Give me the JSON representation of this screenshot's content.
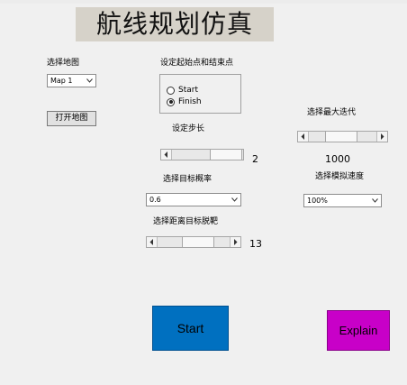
{
  "title": "航线规划仿真",
  "map": {
    "label": "选择地图",
    "selected": "Map 1",
    "open_button": "打开地图"
  },
  "endpoints": {
    "label": "设定起始点和结束点",
    "options": [
      "Start",
      "Finish"
    ],
    "selected_index": 1
  },
  "step": {
    "label": "设定步长",
    "value": "2",
    "fraction": 0.97
  },
  "iterations": {
    "label": "选择最大迭代",
    "value": "1000",
    "fraction": 0.45
  },
  "goal_prob": {
    "label": "选择目标概率",
    "selected": "0.6"
  },
  "sim_speed": {
    "label": "选择模拟速度",
    "selected": "100%"
  },
  "goal_dist": {
    "label": "选择距离目标脱靶",
    "value": "13",
    "fraction": 0.62
  },
  "buttons": {
    "start": "Start",
    "explain": "Explain"
  },
  "colors": {
    "start_button": "#0070c0",
    "explain_button": "#c800c8"
  }
}
